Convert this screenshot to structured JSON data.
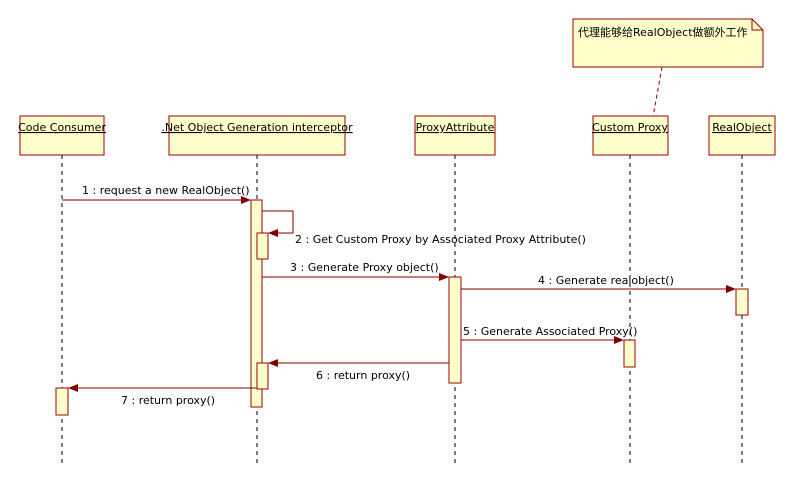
{
  "diagram": {
    "note": "代理能够给RealObject做额外工作",
    "lifelines": [
      ".Net Object Generation interceptor",
      "Code Consumer",
      "ProxyAttribute",
      "Custom Proxy",
      "RealObject"
    ],
    "messages": [
      "1 : request a new RealObject()",
      "2 : Get Custom Proxy by Associated Proxy Attribute()",
      "3 : Generate Proxy object()",
      "4 : Generate realobject()",
      "5 : Generate Associated Proxy()",
      "6 : return proxy()",
      "7 : return proxy()"
    ],
    "colors": {
      "box_fill": "#ffffcc",
      "box_border": "#990000",
      "arrow": "#800000",
      "lifeline": "#000000"
    }
  }
}
